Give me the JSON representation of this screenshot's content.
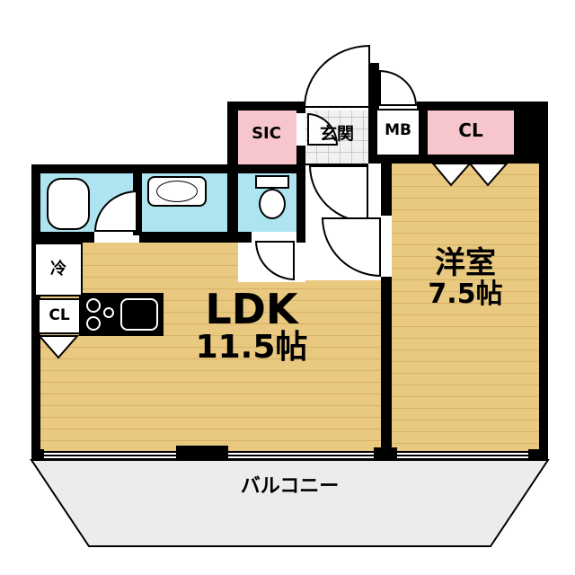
{
  "labels": {
    "sic": "SIC",
    "genkan": "玄関",
    "mb": "MB",
    "cl_top": "CL",
    "cl_left": "CL",
    "fridge": "冷",
    "ldk_name": "LDK",
    "ldk_size": "11.5帖",
    "western_name": "洋室",
    "western_size": "7.5帖",
    "balcony": "バルコニー"
  },
  "colors": {
    "wall": "#000000",
    "closet_pink": "#f7c6cc",
    "wet_area_cyan": "#ade4ef",
    "wood_floor": "#e9c87f",
    "wood_line": "#d8b269",
    "balcony_gray": "#ececec",
    "tile_gray": "#f1f1f1",
    "tile_line": "#c9c9c9"
  }
}
